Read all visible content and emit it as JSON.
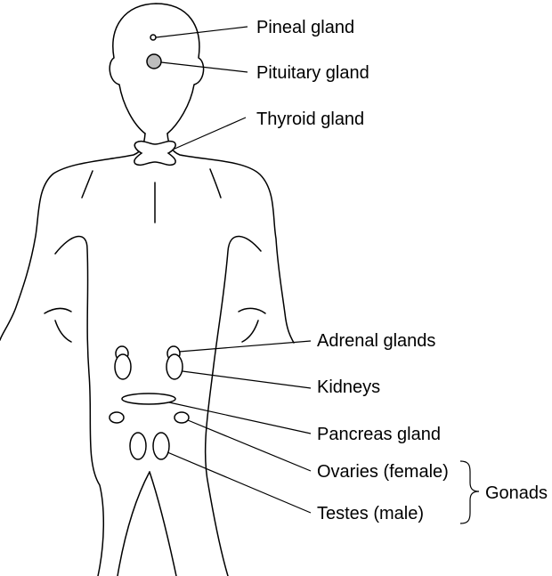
{
  "labels": {
    "pineal": "Pineal gland",
    "pituitary": "Pituitary gland",
    "thyroid": "Thyroid gland",
    "adrenal": "Adrenal glands",
    "kidneys": "Kidneys",
    "pancreas": "Pancreas gland",
    "ovaries": "Ovaries (female)",
    "testes": "Testes (male)",
    "gonads": "Gonads"
  },
  "colors": {
    "line": "#000000",
    "pituitary_fill": "#bdbdbd",
    "background": "#ffffff"
  }
}
